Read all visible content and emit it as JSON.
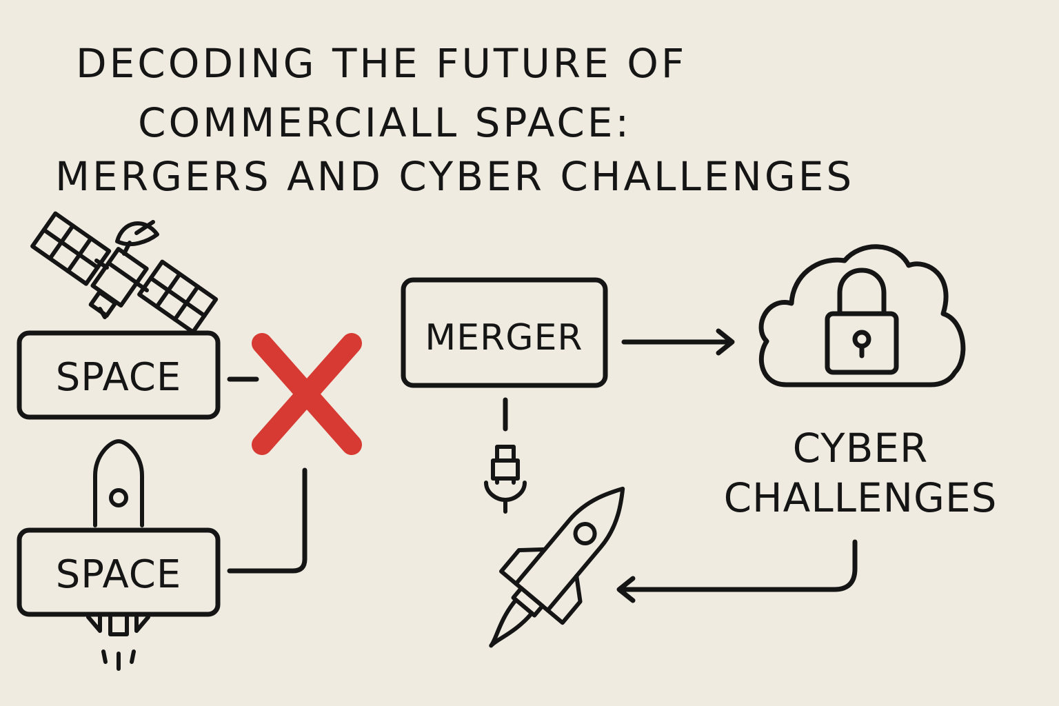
{
  "title": {
    "line1": "DECODING THE FUTURE OF",
    "line2": "COMMERCIALL SPACE:",
    "line3": "MERGERS AND CYBER CHALLENGES"
  },
  "nodes": {
    "space_top": "SPACE",
    "space_bottom": "SPACE",
    "merger": "MERGER",
    "cyber_line1": "CYBER",
    "cyber_line2": "CHALLENGES"
  },
  "colors": {
    "background": "#efebe0",
    "ink": "#151515",
    "cross": "#d63a32"
  },
  "icons": {
    "satellite": "satellite-icon",
    "rocket_upright": "rocket-icon",
    "rocket_diagonal": "rocket-launch-icon",
    "plug": "plug-icon",
    "cloud_lock": "cloud-lock-icon",
    "cross": "red-x-icon"
  }
}
